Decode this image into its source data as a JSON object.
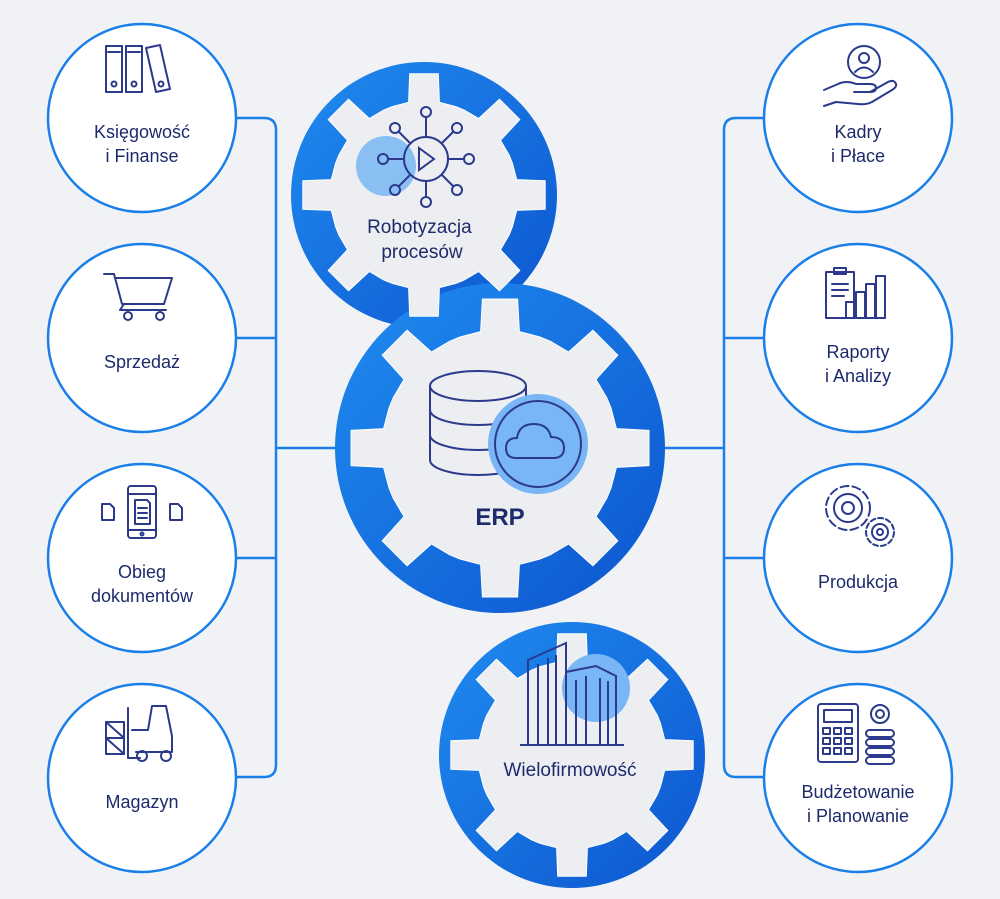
{
  "colors": {
    "background": "#f1f2f6",
    "accent": "#1a7fe8",
    "accent_dark": "#0d5bd3",
    "text": "#1d2a6b",
    "icon_stroke": "#2b3a8c",
    "icon_fill": "#79b6f5",
    "gear": "#eceef2"
  },
  "modules_left": [
    {
      "id": "ksiegowosc",
      "icon": "binders-icon",
      "lines": [
        "Księgowość",
        "i Finanse"
      ]
    },
    {
      "id": "sprzedaz",
      "icon": "shopping-cart-icon",
      "lines": [
        "Sprzedaż"
      ]
    },
    {
      "id": "obieg",
      "icon": "mobile-documents-icon",
      "lines": [
        "Obieg",
        "dokumentów"
      ]
    },
    {
      "id": "magazyn",
      "icon": "forklift-icon",
      "lines": [
        "Magazyn"
      ]
    }
  ],
  "modules_right": [
    {
      "id": "kadry",
      "icon": "person-hand-icon",
      "lines": [
        "Kadry",
        "i Płace"
      ]
    },
    {
      "id": "raporty",
      "icon": "clipboard-chart-icon",
      "lines": [
        "Raporty",
        "i Analizy"
      ]
    },
    {
      "id": "produkcja",
      "icon": "gears-icon",
      "lines": [
        "Produkcja"
      ]
    },
    {
      "id": "budzetowanie",
      "icon": "calculator-coins-icon",
      "lines": [
        "Budżetowanie",
        "i Planowanie"
      ]
    }
  ],
  "center": {
    "robotyzacja": {
      "icon": "process-network-icon",
      "lines": [
        "Robotyzacja",
        "procesów"
      ]
    },
    "erp": {
      "icon": "database-cloud-icon",
      "lines": [
        "ERP"
      ]
    },
    "wielofirmowosc": {
      "icon": "buildings-icon",
      "lines": [
        "Wielofirmowość"
      ]
    }
  }
}
